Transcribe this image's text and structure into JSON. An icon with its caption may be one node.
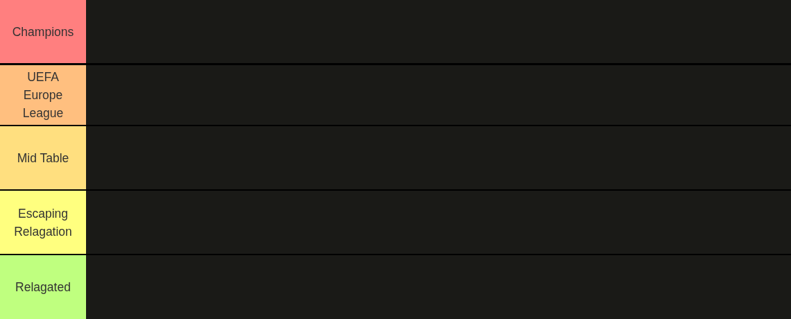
{
  "diagram": {
    "nodes": [
      {
        "text": [
          "Champions"
        ]
      },
      {
        "text": [
          "UEFA Europe League"
        ]
      },
      {
        "text": [
          "Mid Table"
        ]
      },
      {
        "text": [
          "Escaping Relagation"
        ]
      },
      {
        "text": [
          "Relagated"
        ]
      }
    ]
  }
}
